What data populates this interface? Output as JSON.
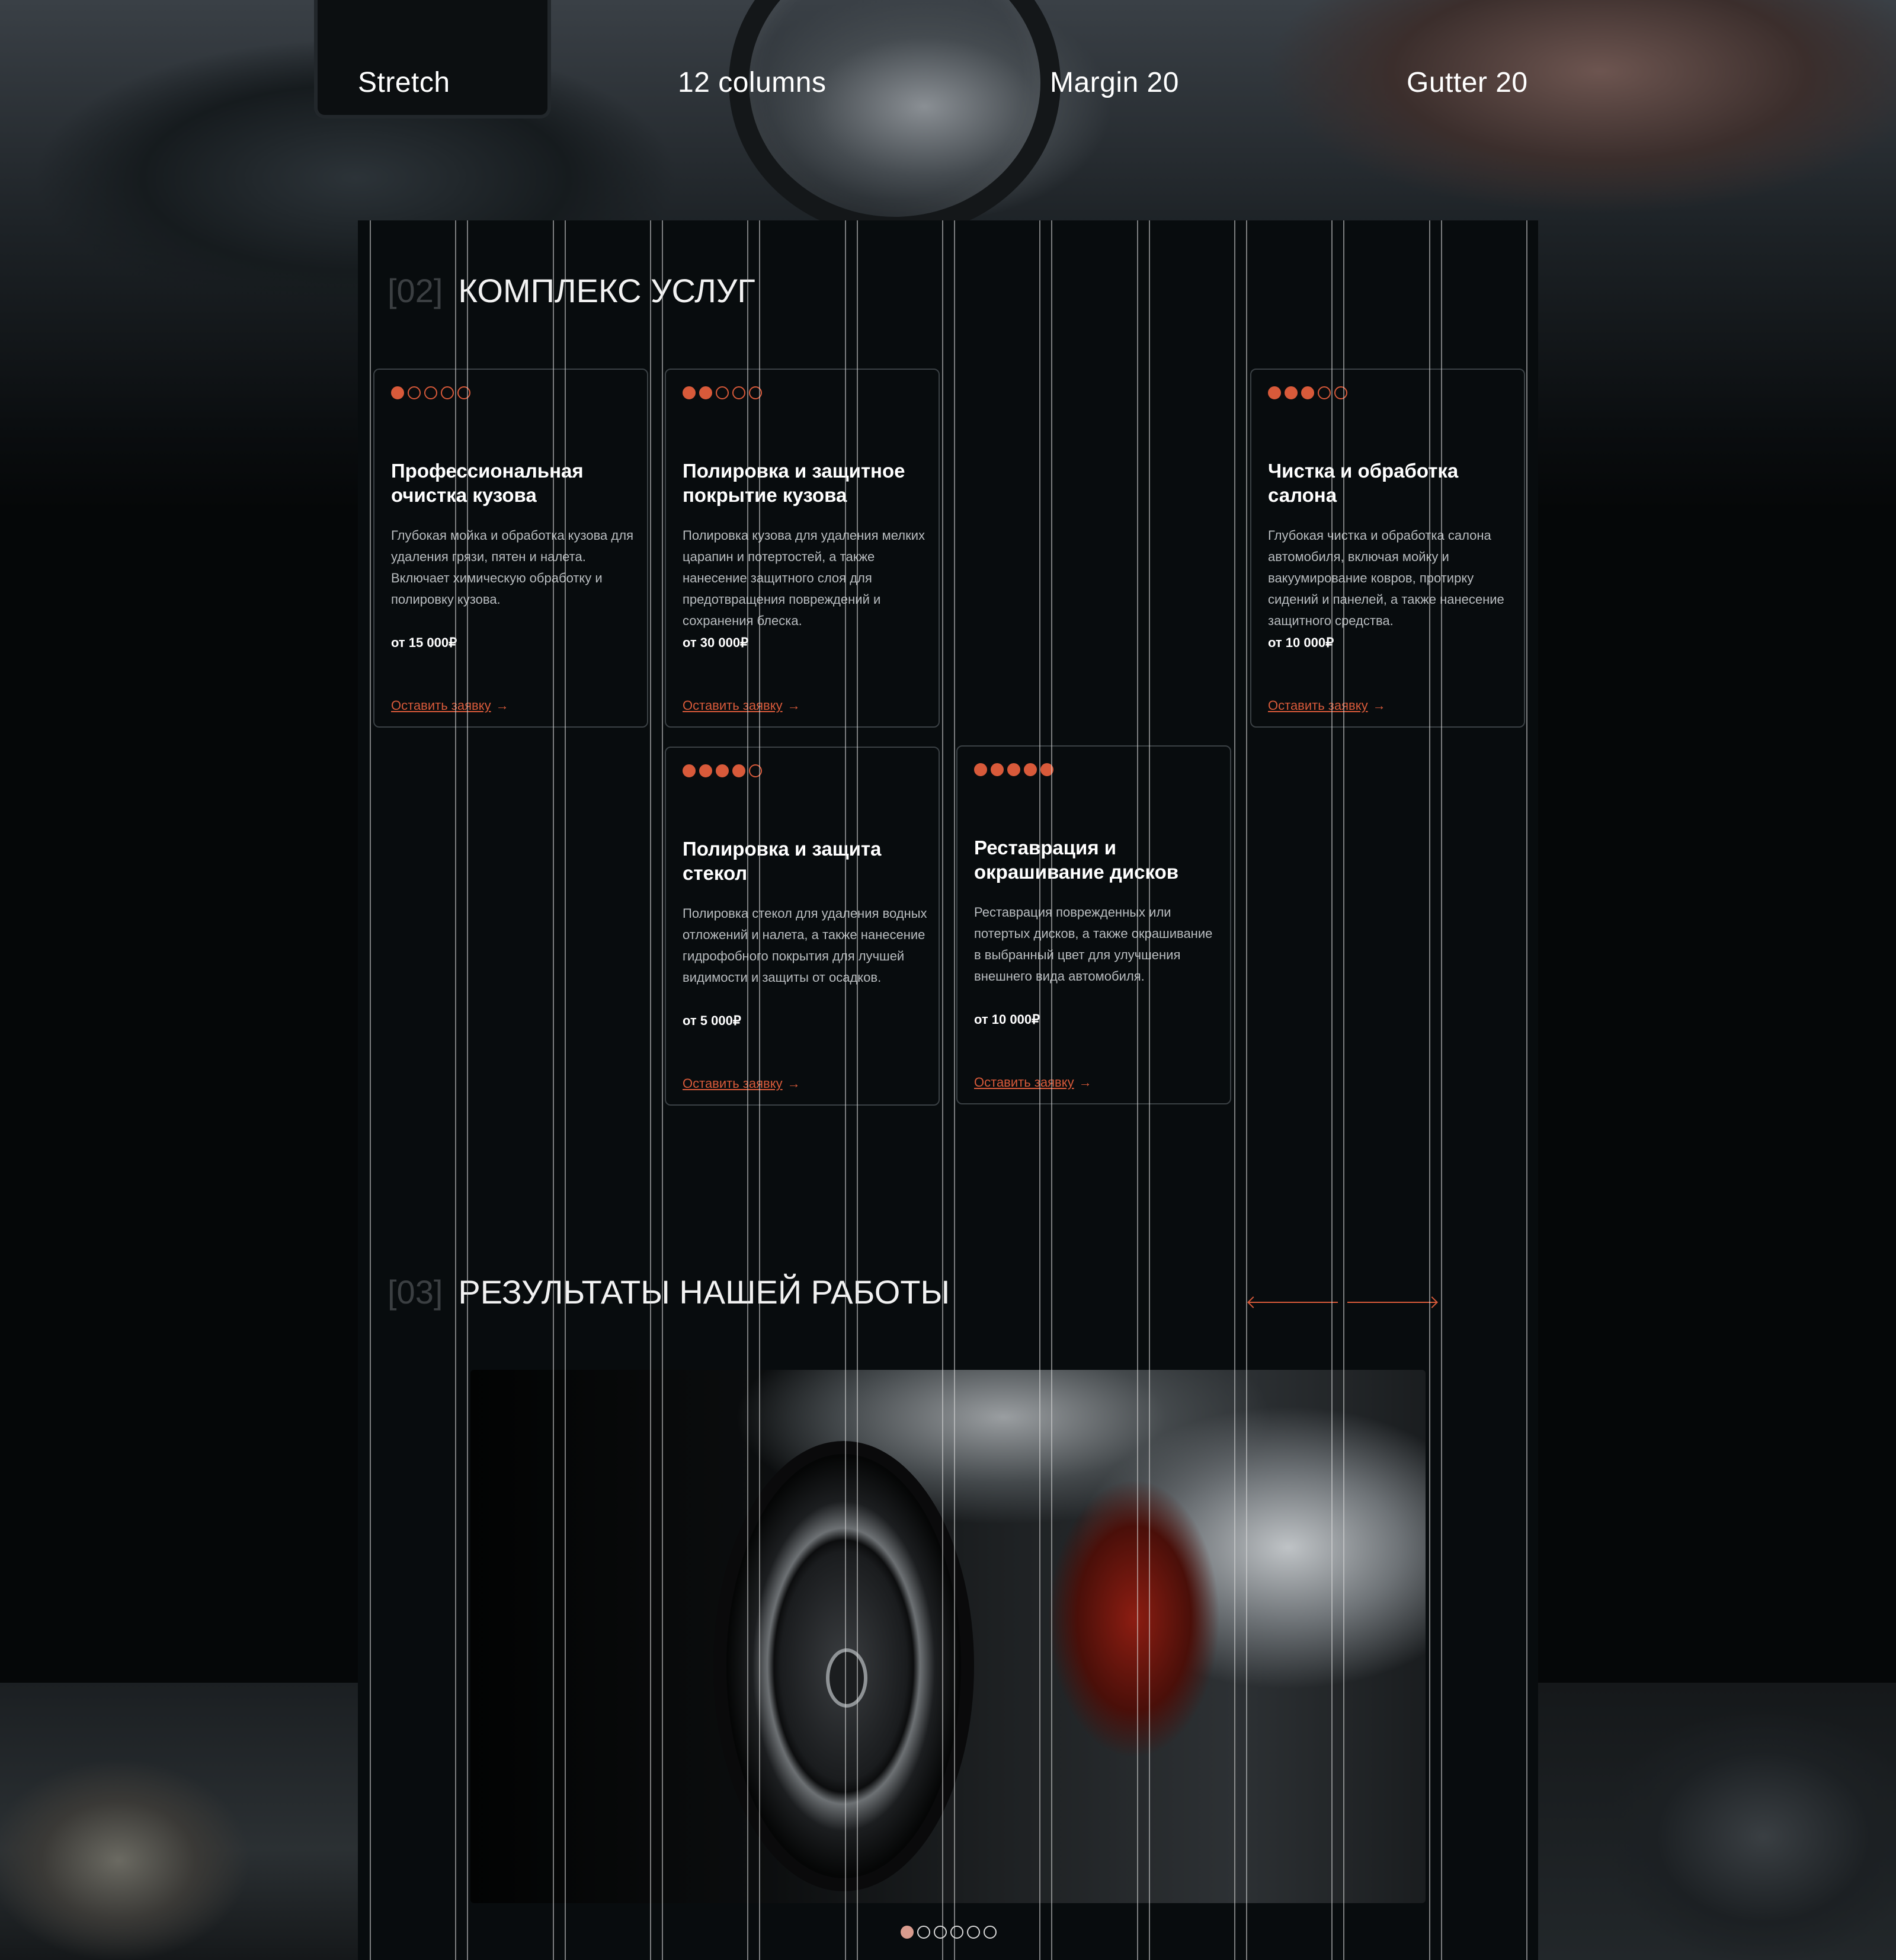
{
  "captions": {
    "layout": "Stretch",
    "columns": "12 columns",
    "margin": "Margin 20",
    "gutter": "Gutter 20"
  },
  "services": {
    "number": "[02]",
    "title": "КОМПЛЕКС УСЛУГ",
    "cards": [
      {
        "level": 1,
        "title": "Профессиональная очистка кузова",
        "description": "Глубокая мойка и обработка кузова для удаления грязи, пятен и налета. Включает химическую обработку и полировку кузова.",
        "price": "от 15 000₽",
        "link": "Оставить заявку"
      },
      {
        "level": 2,
        "title": "Полировка и защитное покрытие кузова",
        "description": "Полировка кузова для удаления мелких царапин и потертостей, а также нанесение защитного слоя для предотвращения повреждений и сохранения блеска.",
        "price": "от 30 000₽",
        "link": "Оставить заявку"
      },
      {
        "level": 3,
        "title": "Чистка и обработка салона",
        "description": "Глубокая чистка и обработка салона автомобиля, включая мойку и вакуумирование ковров, протирку сидений и панелей, а также нанесение защитного средства.",
        "price": "от 10 000₽",
        "link": "Оставить заявку"
      },
      {
        "level": 4,
        "title": "Полировка и защита стекол",
        "description": "Полировка стекол для удаления водных отложений и налета, а также нанесение гидрофобного покрытия для лучшей видимости и защиты от осадков.",
        "price": "от 5 000₽",
        "link": "Оставить заявку"
      },
      {
        "level": 5,
        "title": "Реставрация и окрашивание дисков",
        "description": "Реставрация поврежденных или потертых дисков, а также окрашивание в выбранный цвет для улучшения внешнего вида автомобиля.",
        "price": "от 10 000₽",
        "link": "Оставить заявку"
      }
    ]
  },
  "results": {
    "number": "[03]",
    "title": "РЕЗУЛЬТАТЫ НАШЕЙ РАБОТЫ",
    "slides_total": 6,
    "active_slide": 1
  },
  "icons": {
    "prev": "arrow-left-icon",
    "next": "arrow-right-icon",
    "link_arrow": "→"
  },
  "colors": {
    "accent": "#d85a3a",
    "background": "#080c0e",
    "card_border": "#3b4145",
    "muted_number": "#3b3f42"
  }
}
